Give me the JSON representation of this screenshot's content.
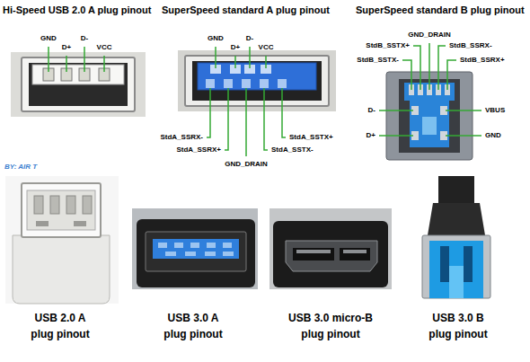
{
  "diagram": {
    "labels": [
      "Hi-Speed USB 2.0 A plug pinout",
      "SuperSpeed standard A plug pinout",
      "SuperSpeed standard B plug pinout",
      "GND",
      "D+",
      "D-",
      "VCC",
      "GND",
      "D+",
      "D-",
      "VCC",
      "StdA_SSRX-",
      "StdA_SSRX+",
      "GND_DRAIN",
      "StdA_SSTX-",
      "StdA_SSTX+",
      "GND_DRAIN",
      "StdB_SSTX+",
      "StdB_SSRX-",
      "StdB_SSTX-",
      "StdB_SSRX+",
      "D-",
      "VBUS",
      "D+",
      "GND",
      "BY: AIR T",
      "USB 2.0 A plug pinout",
      "USB 3.0 A plug pinout",
      "USB 3.0 micro-B plug pinout",
      "USB 3.0 B plug pinout"
    ]
  }
}
